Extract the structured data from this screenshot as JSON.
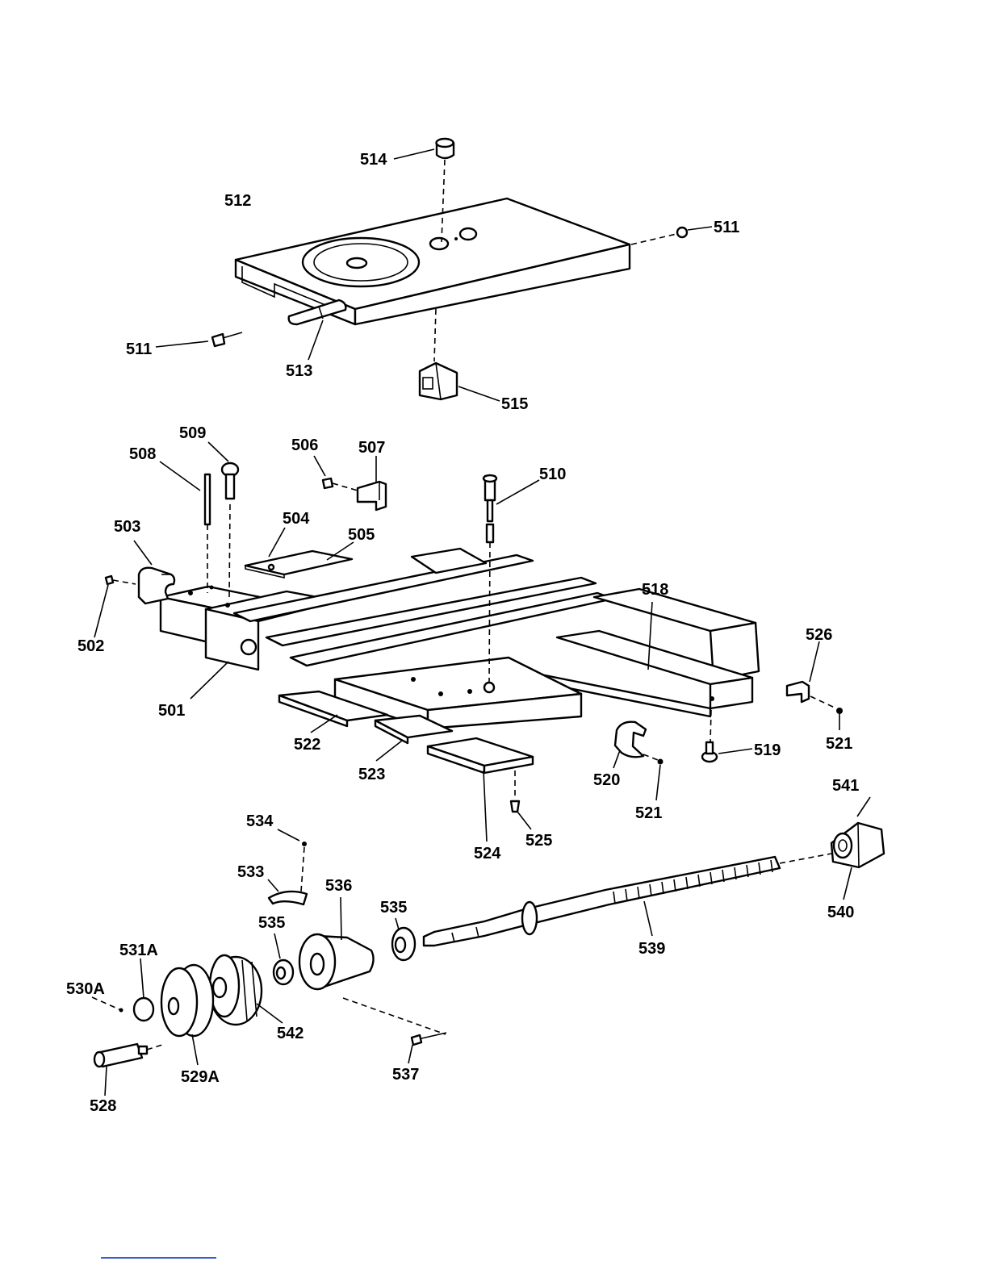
{
  "labels": {
    "l514": "514",
    "l512": "512",
    "l511a": "511",
    "l511b": "511",
    "l513": "513",
    "l515": "515",
    "l509": "509",
    "l508": "508",
    "l506": "506",
    "l507": "507",
    "l510": "510",
    "l504": "504",
    "l505": "505",
    "l503": "503",
    "l502": "502",
    "l518": "518",
    "l526": "526",
    "l501": "501",
    "l522": "522",
    "l523": "523",
    "l524": "524",
    "l525": "525",
    "l519": "519",
    "l520": "520",
    "l521a": "521",
    "l521b": "521",
    "l541": "541",
    "l534": "534",
    "l533": "533",
    "l536": "536",
    "l535a": "535",
    "l535b": "535",
    "l531a": "531A",
    "l530a": "530A",
    "l542": "542",
    "l529a": "529A",
    "l528": "528",
    "l537": "537",
    "l539": "539",
    "l540": "540"
  }
}
